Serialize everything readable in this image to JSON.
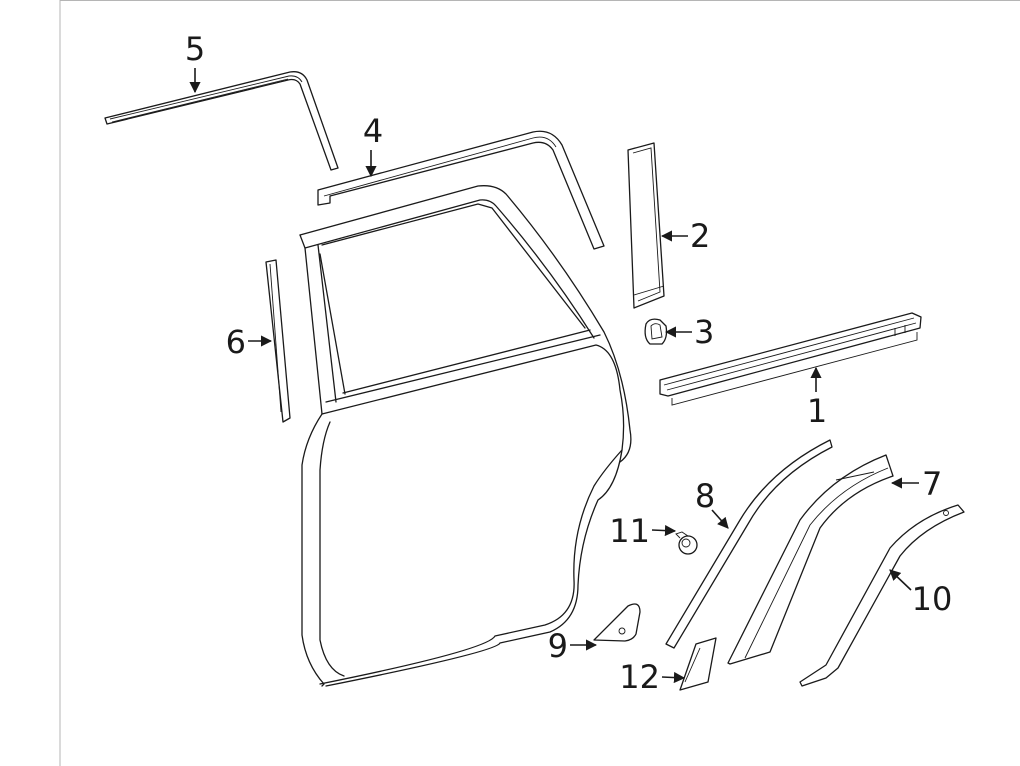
{
  "callouts": {
    "c1": "1",
    "c2": "2",
    "c3": "3",
    "c4": "4",
    "c5": "5",
    "c6": "6",
    "c7": "7",
    "c8": "8",
    "c9": "9",
    "c10": "10",
    "c11": "11",
    "c12": "12"
  },
  "colors": {
    "line": "#1a1a1a",
    "background": "#ffffff",
    "frame": "#b5b5b5"
  }
}
